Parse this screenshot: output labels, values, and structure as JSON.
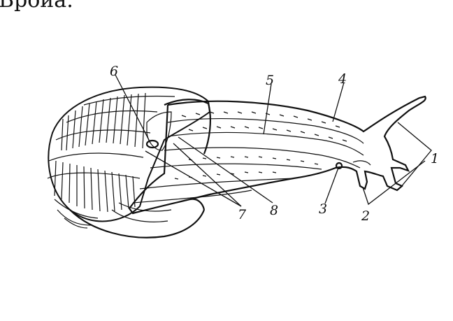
{
  "caption": "Вроиа.",
  "labels": {
    "l1": "1",
    "l2": "2",
    "l3": "3",
    "l4": "4",
    "l5": "5",
    "l6": "6",
    "l7": "7",
    "l8": "8"
  }
}
